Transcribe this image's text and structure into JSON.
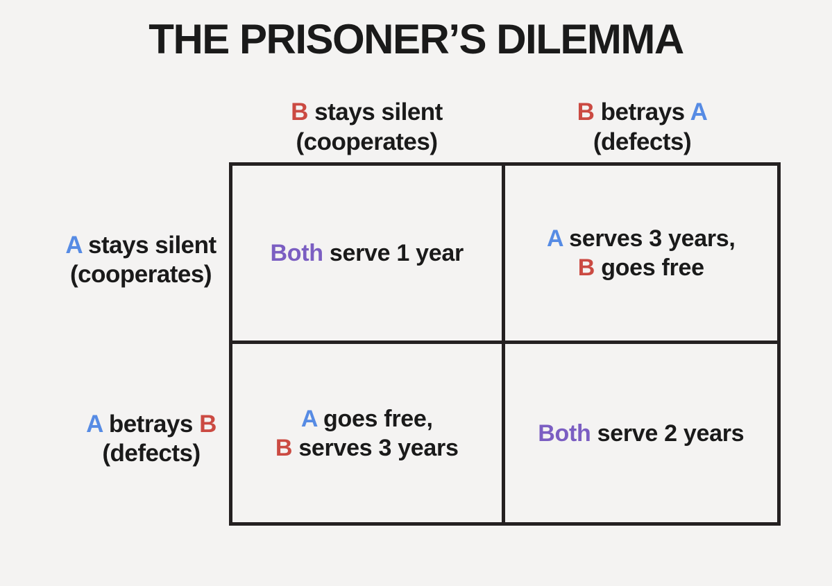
{
  "title": "THE PRISONER’S DILEMMA",
  "colors": {
    "background": "#f4f3f2",
    "border": "#242021",
    "text": "#1a1a1a",
    "red": "#cb4a42",
    "blue": "#568be4",
    "purple": "#7b5ec2"
  },
  "column_headers": [
    {
      "line1": [
        {
          "text": "B",
          "color": "red"
        },
        {
          "text": " stays silent",
          "color": "text"
        }
      ],
      "line2": [
        {
          "text": "(cooperates)",
          "color": "text"
        }
      ]
    },
    {
      "line1": [
        {
          "text": "B",
          "color": "red"
        },
        {
          "text": " betrays ",
          "color": "text"
        },
        {
          "text": "A",
          "color": "blue"
        }
      ],
      "line2": [
        {
          "text": "(defects)",
          "color": "text"
        }
      ]
    }
  ],
  "row_headers": [
    {
      "line1": [
        {
          "text": "A",
          "color": "blue"
        },
        {
          "text": " stays silent",
          "color": "text"
        }
      ],
      "line2": [
        {
          "text": "(cooperates)",
          "color": "text"
        }
      ]
    },
    {
      "line1": [
        {
          "text": "A",
          "color": "blue"
        },
        {
          "text": " betrays ",
          "color": "text"
        },
        {
          "text": "B",
          "color": "red"
        }
      ],
      "line2": [
        {
          "text": "(defects)",
          "color": "text"
        }
      ]
    }
  ],
  "cells": [
    {
      "outcome": "both-cooperate",
      "lines": [
        [
          {
            "text": "Both",
            "color": "purple"
          },
          {
            "text": " serve 1 year",
            "color": "text"
          }
        ]
      ]
    },
    {
      "outcome": "a-cooperates-b-defects",
      "lines": [
        [
          {
            "text": "A",
            "color": "blue"
          },
          {
            "text": " serves 3 years,",
            "color": "text"
          }
        ],
        [
          {
            "text": "B",
            "color": "red"
          },
          {
            "text": " goes free",
            "color": "text"
          }
        ]
      ]
    },
    {
      "outcome": "a-defects-b-cooperates",
      "lines": [
        [
          {
            "text": "A",
            "color": "blue"
          },
          {
            "text": " goes free,",
            "color": "text"
          }
        ],
        [
          {
            "text": "B",
            "color": "red"
          },
          {
            "text": " serves 3 years",
            "color": "text"
          }
        ]
      ]
    },
    {
      "outcome": "both-defect",
      "lines": [
        [
          {
            "text": "Both",
            "color": "purple"
          },
          {
            "text": " serve 2 years",
            "color": "text"
          }
        ]
      ]
    }
  ]
}
